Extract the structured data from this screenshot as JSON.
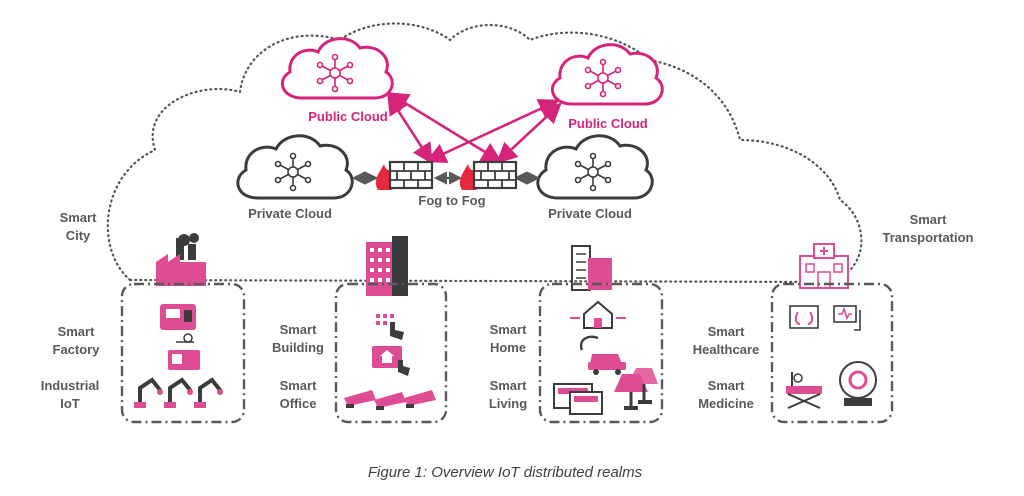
{
  "clouds": {
    "public_left": "Public Cloud",
    "public_right": "Public Cloud",
    "private_left": "Private Cloud",
    "private_right": "Private Cloud",
    "fog": "Fog to Fog"
  },
  "side_labels": {
    "smart_city_1": "Smart",
    "smart_city_2": "City",
    "smart_transport_1": "Smart",
    "smart_transport_2": "Transportation"
  },
  "realms": {
    "factory": {
      "l1": "Smart",
      "l2": "Factory",
      "l3": "Industrial",
      "l4": "IoT"
    },
    "building": {
      "l1": "Smart",
      "l2": "Building",
      "l3": "Smart",
      "l4": "Office"
    },
    "home": {
      "l1": "Smart",
      "l2": "Home",
      "l3": "Smart",
      "l4": "Living"
    },
    "health": {
      "l1": "Smart",
      "l2": "Healthcare",
      "l3": "Smart",
      "l4": "Medicine"
    }
  },
  "caption": "Figure 1: Overview IoT distributed realms",
  "colors": {
    "accent": "#d6247a",
    "gray": "#595959",
    "dark": "#3c3c3c"
  }
}
